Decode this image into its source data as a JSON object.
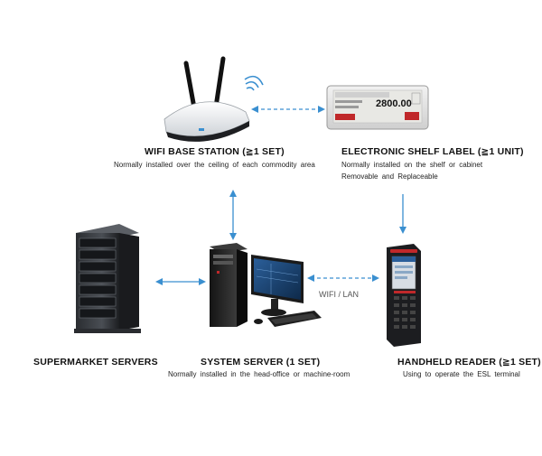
{
  "nodes": {
    "wifi_base_station": {
      "title": "WIFI BASE STATION (≧1 SET)",
      "description": "Normally installed over the ceiling of each commodity area"
    },
    "electronic_shelf_label": {
      "title": "ELECTRONIC SHELF LABEL (≧1 UNIT)",
      "description_lines": [
        "Normally installed on the shelf or cabinet",
        "Removable and Replaceable"
      ],
      "display_price": "2800.00"
    },
    "supermarket_servers": {
      "title": "SUPERMARKET SERVERS"
    },
    "system_server": {
      "title": "SYSTEM SERVER (1 SET)",
      "description": "Normally installed in the head-office or machine-room"
    },
    "handheld_reader": {
      "title": "HANDHELD READER (≧1 SET)",
      "description": "Using to operate the ESL terminal"
    }
  },
  "links": {
    "server_to_reader_label": "WIFI / LAN"
  },
  "colors": {
    "arrow": "#3a8fd0",
    "label_red": "#c0282a"
  }
}
